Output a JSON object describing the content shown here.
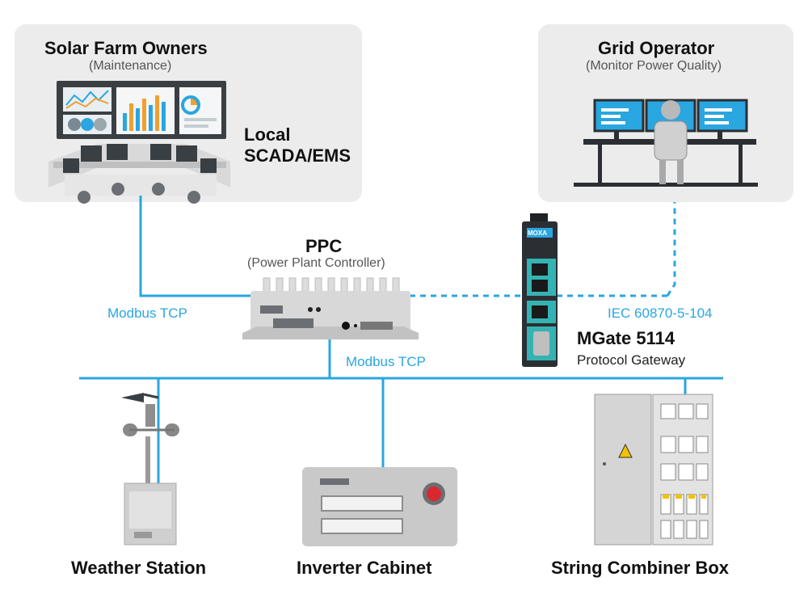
{
  "owners": {
    "title": "Solar Farm Owners",
    "subtitle": "(Maintenance)"
  },
  "scada": {
    "line1": "Local",
    "line2": "SCADA/EMS"
  },
  "grid": {
    "title": "Grid Operator",
    "subtitle": "(Monitor Power Quality)"
  },
  "ppc": {
    "title": "PPC",
    "subtitle": "(Power Plant Controller)"
  },
  "links": {
    "modbus_left": "Modbus TCP",
    "modbus_bus": "Modbus TCP",
    "iec": "IEC 60870-5-104"
  },
  "gateway": {
    "brand": "MOXA",
    "name": "MGate 5114",
    "desc": "Protocol Gateway"
  },
  "devices": {
    "weather": "Weather Station",
    "inverter": "Inverter Cabinet",
    "combiner": "String Combiner Box"
  },
  "colors": {
    "line": "#2aa6e0",
    "panel": "#ececec",
    "device": "#d8d8d8",
    "dark": "#2b2f33",
    "accent_red": "#d9282f"
  }
}
